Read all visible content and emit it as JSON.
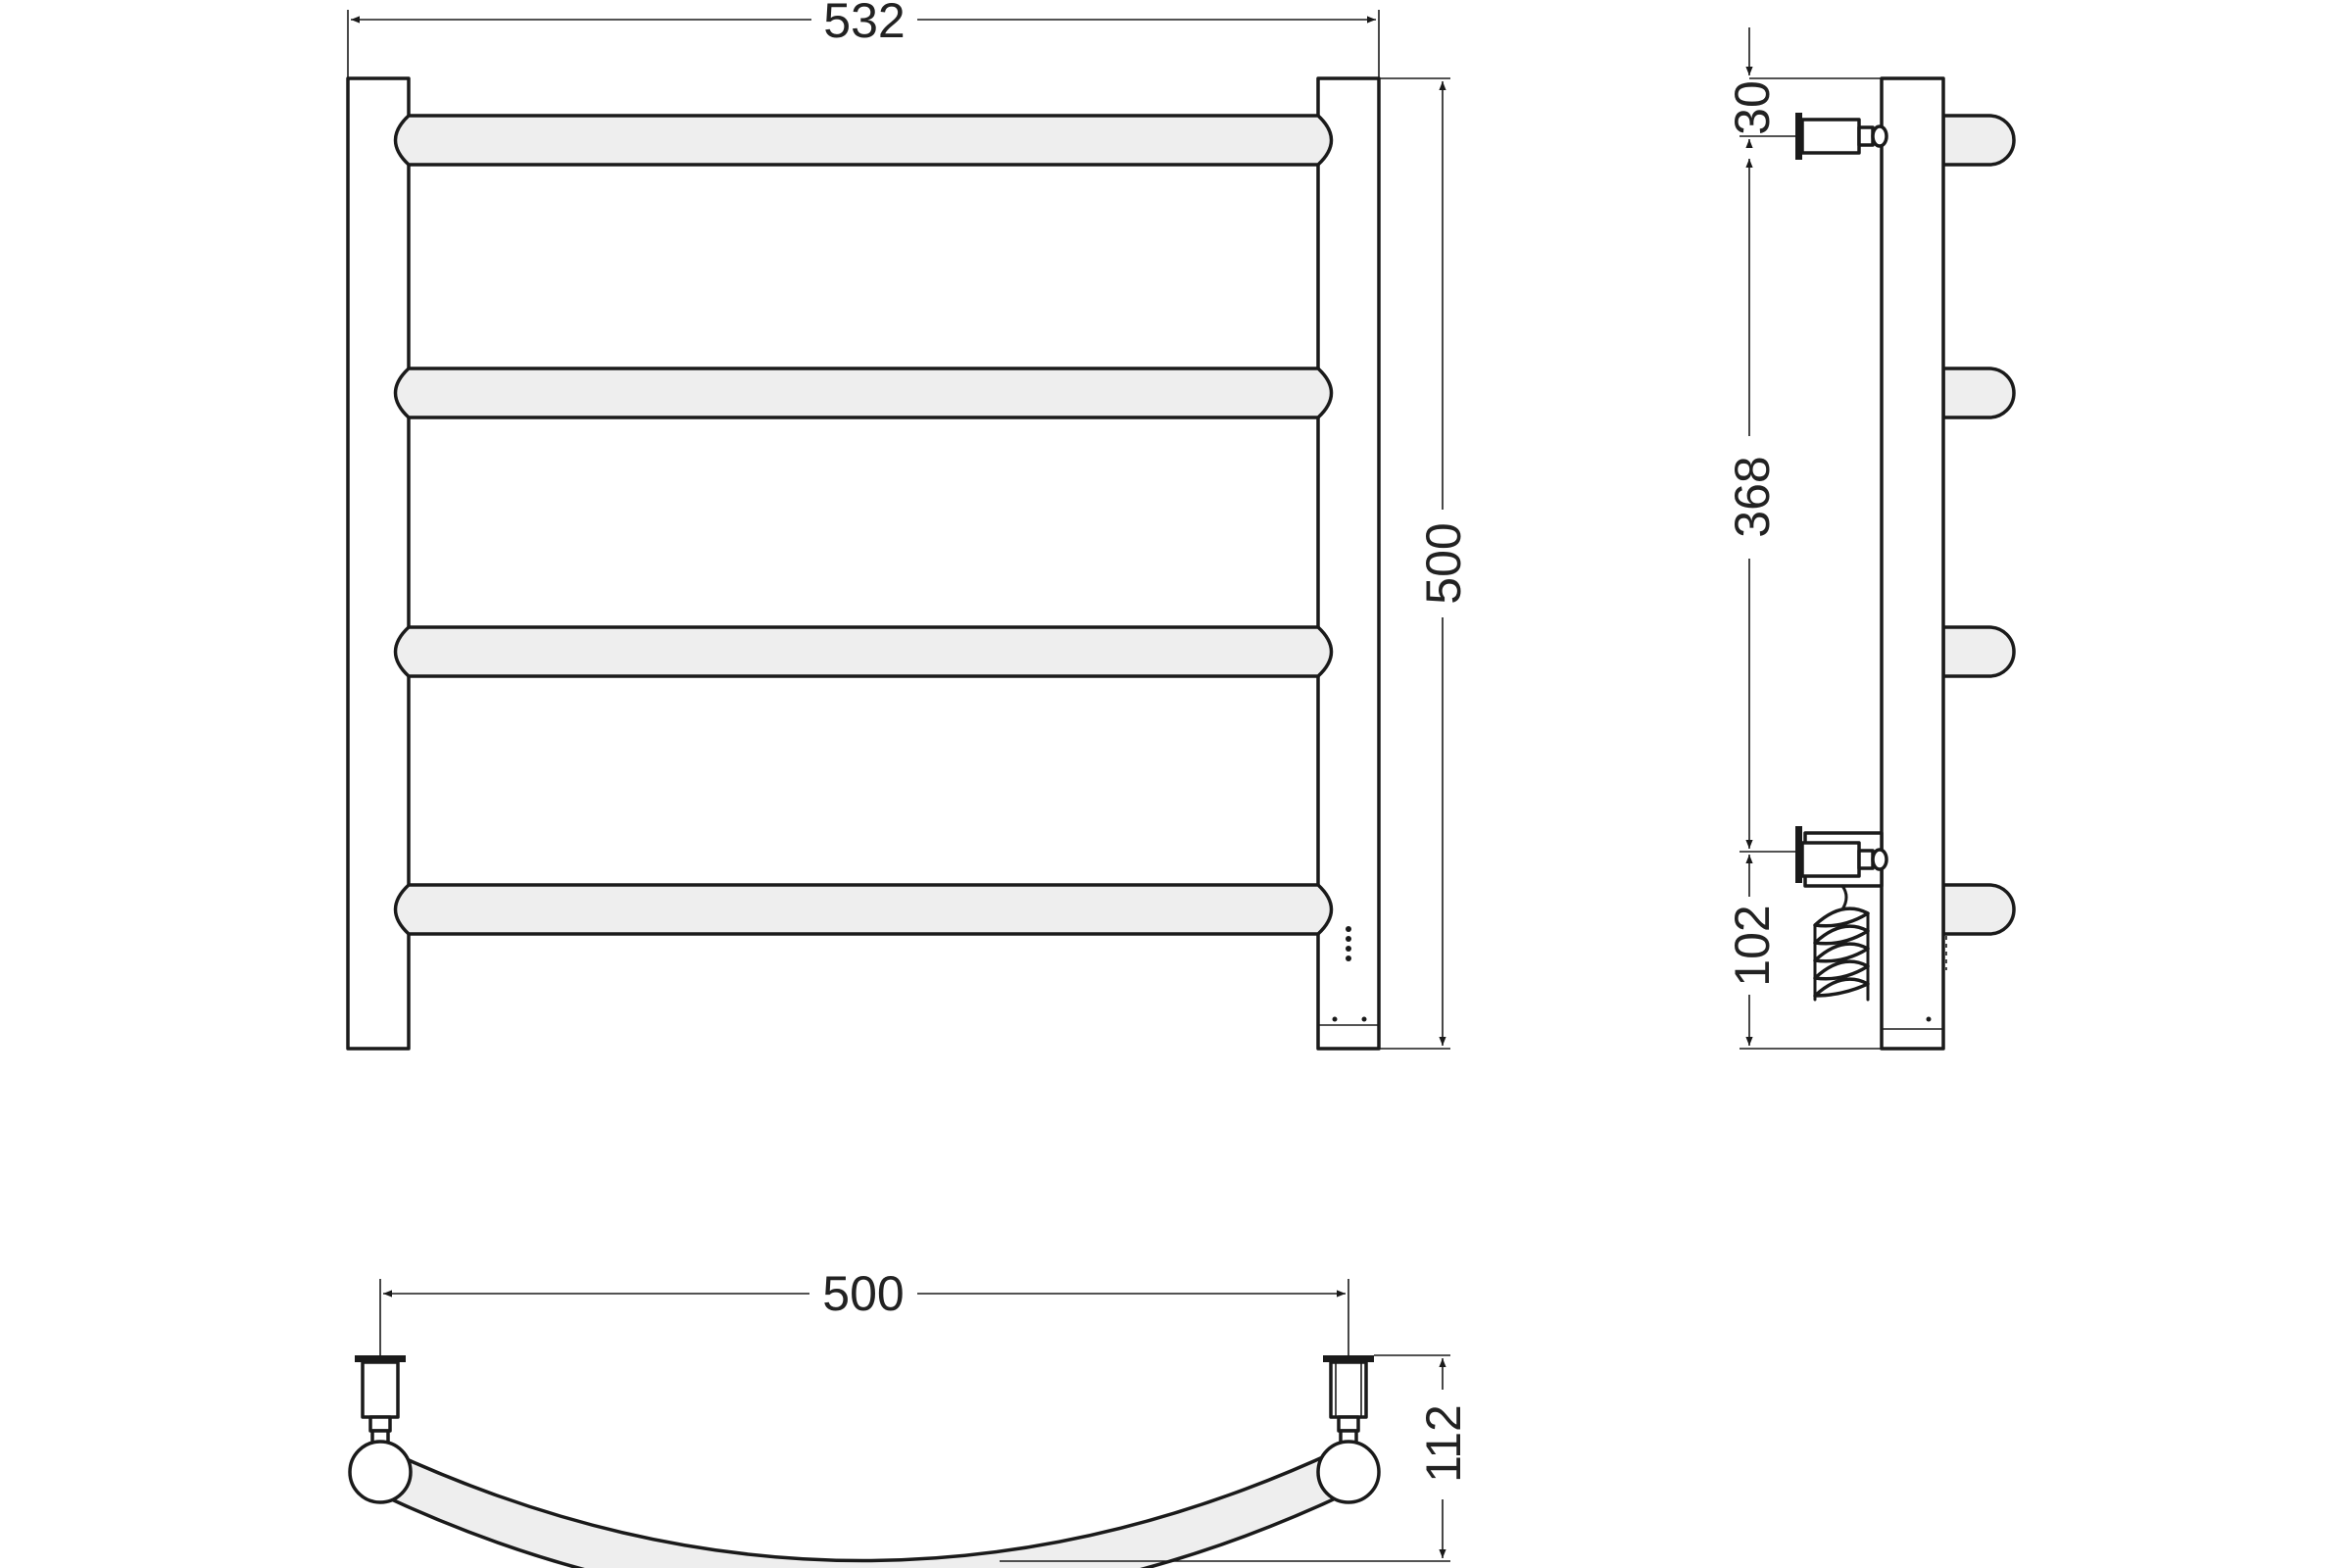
{
  "drawing": {
    "front_view": {
      "width_dimension": "532",
      "height_dimension": "500"
    },
    "side_view": {
      "top_offset_dimension": "30",
      "mount_spacing_dimension": "368",
      "bottom_offset_dimension": "102"
    },
    "top_view": {
      "mount_spacing_dimension": "500",
      "depth_dimension": "112"
    }
  }
}
